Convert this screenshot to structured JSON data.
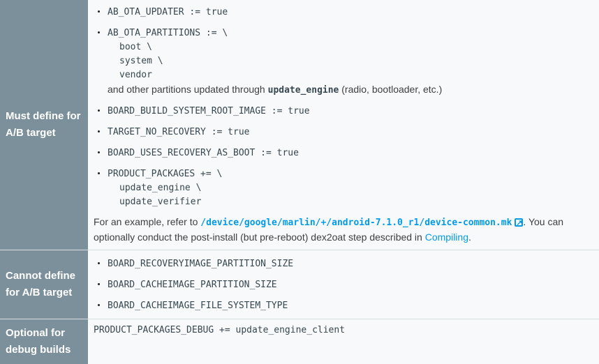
{
  "colors": {
    "header_bg": "#7b909a",
    "body_bg": "#f8f9fa",
    "link": "#039be5"
  },
  "rows": [
    {
      "header": "Must define for A/B target",
      "items": [
        {
          "lines": [
            "AB_OTA_UPDATER := true"
          ]
        },
        {
          "lines": [
            "AB_OTA_PARTITIONS := \\",
            "boot \\",
            "system \\",
            "vendor"
          ],
          "note_prefix": "and other partitions updated through ",
          "note_code": "update_engine",
          "note_suffix": " (radio, bootloader, etc.)"
        },
        {
          "lines": [
            "BOARD_BUILD_SYSTEM_ROOT_IMAGE := true"
          ]
        },
        {
          "lines": [
            "TARGET_NO_RECOVERY := true"
          ]
        },
        {
          "lines": [
            "BOARD_USES_RECOVERY_AS_BOOT := true"
          ]
        },
        {
          "lines": [
            "PRODUCT_PACKAGES += \\",
            "update_engine \\",
            "update_verifier"
          ]
        }
      ],
      "paragraph": {
        "prefix": "For an example, refer to ",
        "link_text": "/device/google/marlin/+/android-7.1.0_r1/device-common.mk",
        "link_icon": "external-link-icon",
        "middle": ". You can optionally conduct the post-install (but pre-reboot) dex2oat step described in ",
        "link2_text": "Compiling",
        "suffix": "."
      }
    },
    {
      "header": "Cannot define for A/B target",
      "items": [
        {
          "lines": [
            "BOARD_RECOVERYIMAGE_PARTITION_SIZE"
          ]
        },
        {
          "lines": [
            "BOARD_CACHEIMAGE_PARTITION_SIZE"
          ]
        },
        {
          "lines": [
            "BOARD_CACHEIMAGE_FILE_SYSTEM_TYPE"
          ]
        }
      ]
    },
    {
      "header": "Optional for debug builds",
      "code": "PRODUCT_PACKAGES_DEBUG += update_engine_client"
    }
  ]
}
